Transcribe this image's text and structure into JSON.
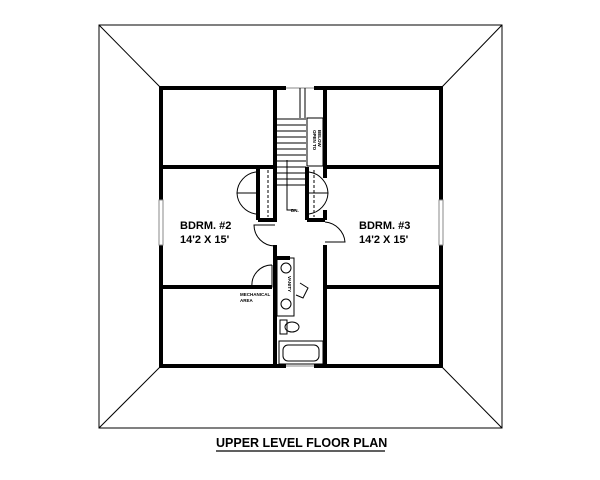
{
  "rooms": {
    "bedroom2": {
      "name": "BDRM. #2",
      "size": "14'2 X 15'"
    },
    "bedroom3": {
      "name": "BDRM. #3",
      "size": "14'2 X 15'"
    },
    "mechanical": {
      "line1": "MECHANICAL",
      "line2": "AREA"
    },
    "vanity": "VANITY",
    "stair_down": "DN.",
    "open_to_below": {
      "line1": "OPEN TO",
      "line2": "BELOW"
    }
  },
  "title": "UPPER LEVEL FLOOR PLAN",
  "colors": {
    "ink": "#000000",
    "background": "#ffffff"
  }
}
